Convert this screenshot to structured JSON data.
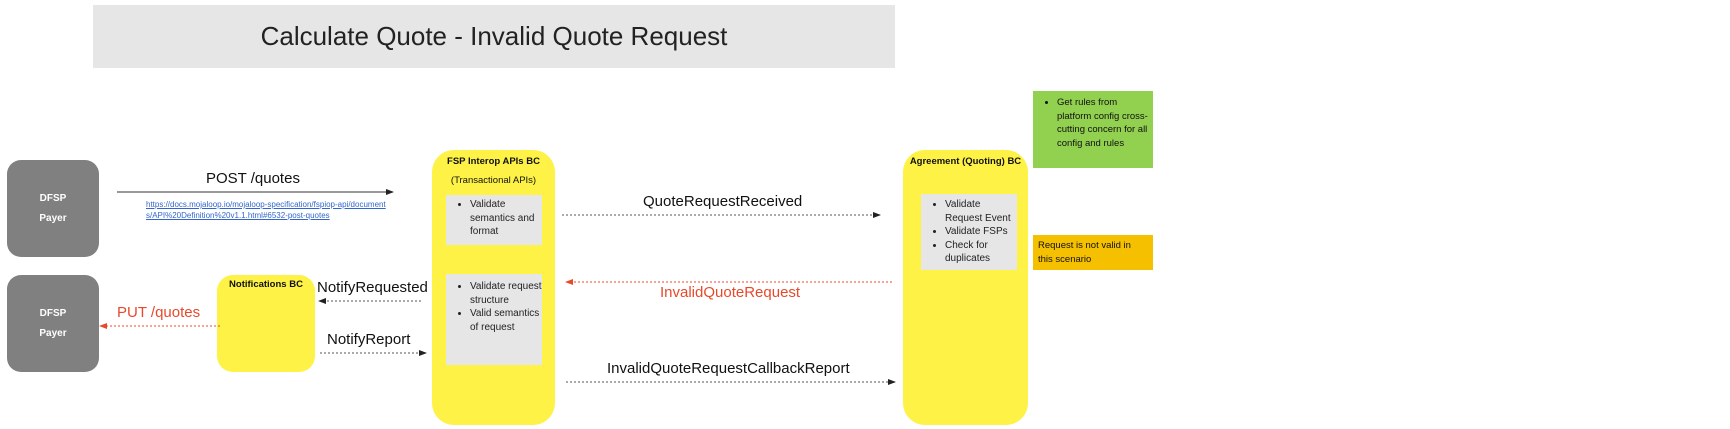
{
  "title": "Calculate Quote - Invalid Quote Request",
  "actors": {
    "payer_top": {
      "line1": "DFSP",
      "line2": "Payer"
    },
    "payer_bottom": {
      "line1": "DFSP",
      "line2": "Payer"
    }
  },
  "notifications_bc": {
    "title": "Notifications BC"
  },
  "fsp_interop_bc": {
    "title": "FSP Interop APIs BC",
    "subtitle": "(Transactional APIs)",
    "card1": [
      "Validate semantics and format"
    ],
    "card2": [
      "Validate request structure",
      "Valid semantics of request"
    ]
  },
  "agreement_bc": {
    "title": "Agreement (Quoting) BC",
    "card": [
      "Validate Request Event",
      "Validate FSPs",
      "Check for duplicates"
    ]
  },
  "notes": {
    "green": [
      "Get rules from platform config cross-cutting concern for all config and rules"
    ],
    "orange": "Request is not valid in this scenario"
  },
  "messages": {
    "post_quotes": "POST /quotes",
    "post_quotes_link": "https://docs.mojaloop.io/mojaloop-specification/fspiop-api/documents/API%20Definition%20v1.1.html#6532-post-quotes",
    "put_quotes": "PUT /quotes",
    "notify_requested": "NotifyRequested",
    "notify_report": "NotifyReport",
    "quote_request_received": "QuoteRequestReceived",
    "invalid_quote_request": "InvalidQuoteRequest",
    "invalid_callback_report": "InvalidQuoteRequestCallbackReport"
  },
  "colors": {
    "bc_yellow": "#fdf245",
    "actor_gray": "#808080",
    "card_gray": "#e6e6e6",
    "note_green": "#92d050",
    "note_orange": "#f5c000",
    "error_red": "#e8492b",
    "link_blue": "#3366cc"
  }
}
